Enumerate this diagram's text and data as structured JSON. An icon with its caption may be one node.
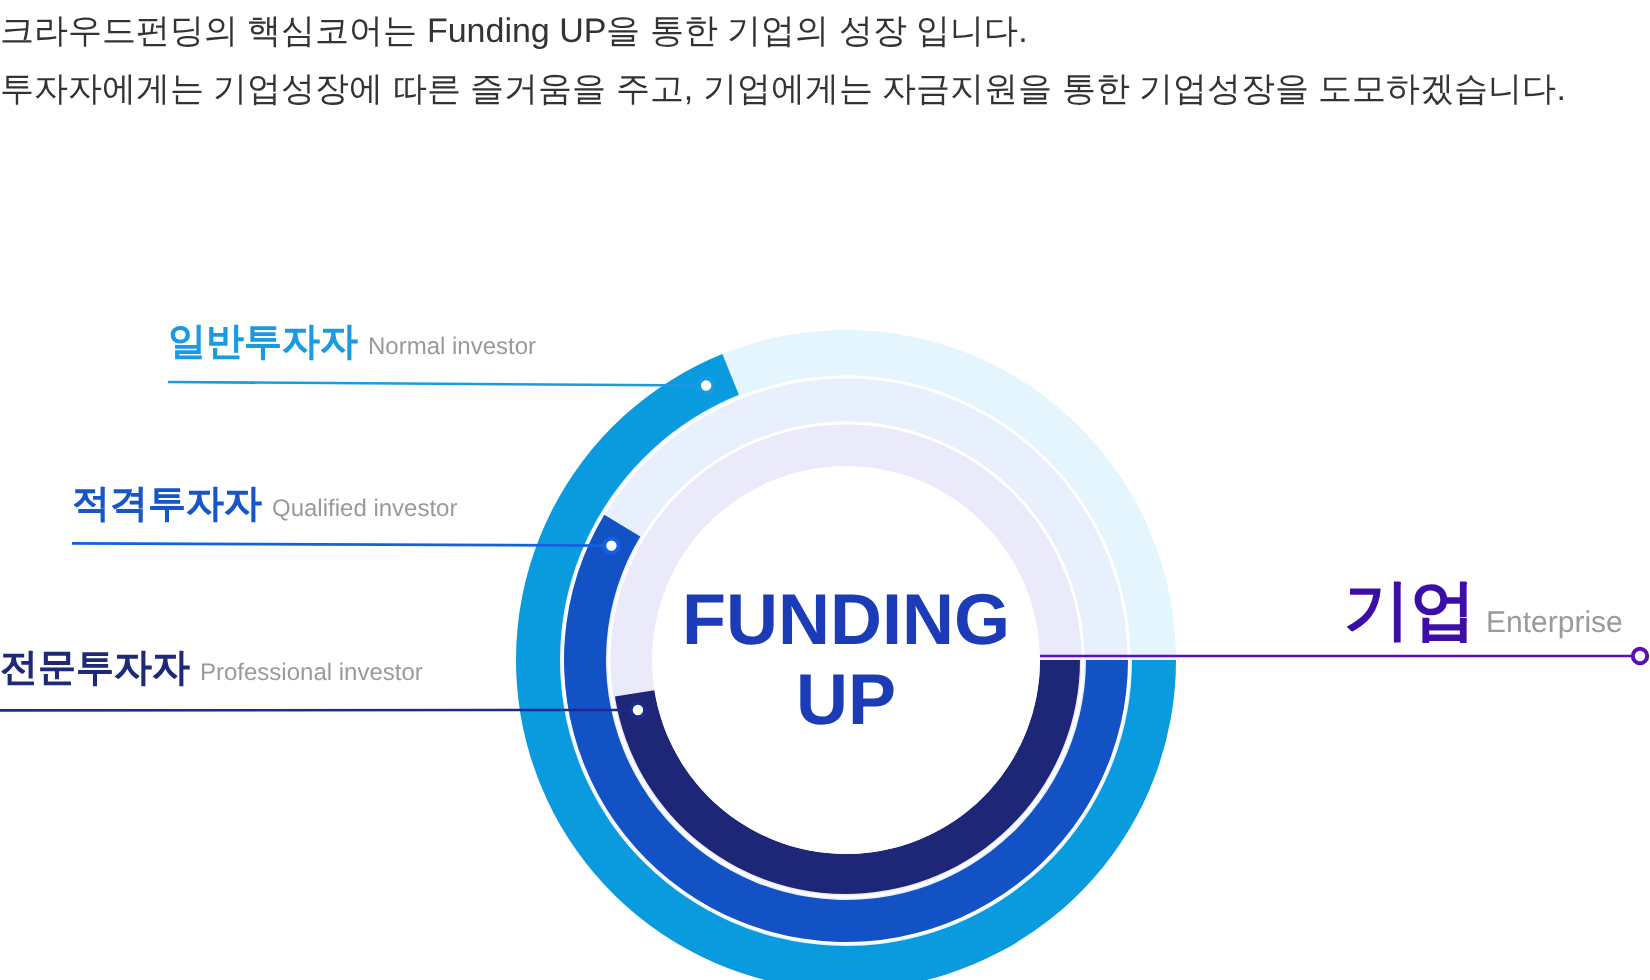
{
  "diagram": {
    "nodes": [
      {
        "text": [
          "일반투자자",
          "Normal investor"
        ]
      },
      {
        "text": [],
        "shape": "arc"
      },
      {
        "text": [
          "적격투자자",
          "Qualified investor"
        ]
      },
      {
        "text": [],
        "shape": "arc"
      },
      {
        "text": [
          "전문투자자",
          "Professional investor"
        ]
      },
      {
        "text": [],
        "shape": "arc"
      },
      {
        "text": [
          "FUNDING UP"
        ]
      },
      {
        "text": [
          "기업",
          "Enterprise"
        ]
      }
    ],
    "edges": [
      {
        "from": 0,
        "to": 1,
        "arrow": "other",
        "color": "#1a9ae0"
      },
      {
        "from": 2,
        "to": 3,
        "arrow": "other",
        "color": "#1262e0"
      },
      {
        "from": 4,
        "to": 5,
        "arrow": "other",
        "color": "#1e2a8c"
      },
      {
        "from": 6,
        "to": 7,
        "arrow": "other",
        "color": "#5b10b4"
      }
    ],
    "labels": [
      "크라우드펀딩의 핵심코어는 Funding UP을 통한 기업의 성장 입니다.",
      "투자자에게는 기업성장에 따른 즐거움을 주고, 기업에게는 자금지원을 통한 기업성장을 도모하겠습니다."
    ]
  }
}
